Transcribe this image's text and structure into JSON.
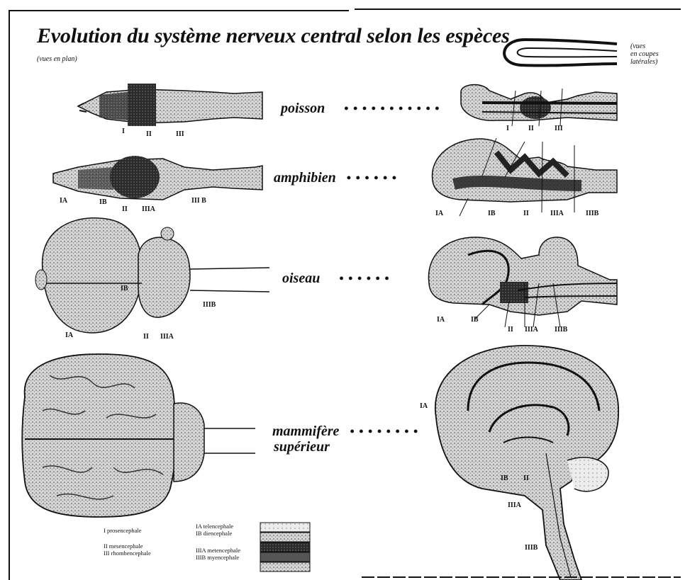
{
  "title": "Evolution du système nerveux central selon les espèces",
  "subtitle": "(vues en plan)",
  "side_note": [
    "(vues",
    "en coupes",
    "latérales)"
  ],
  "species": [
    {
      "name": "poisson",
      "dots": "• • • • • • • • • • •"
    },
    {
      "name": "amphibien",
      "dots": "• • • • • •"
    },
    {
      "name": "oiseau",
      "dots": "• • • • • •"
    },
    {
      "name": "mammifère",
      "name2": "supérieur",
      "dots": "• • • • • • • •"
    }
  ],
  "labels": {
    "poisson_plan": [
      "I",
      "II",
      "III"
    ],
    "poisson_coupe": [
      "I",
      "II",
      "III"
    ],
    "amphibien_plan": [
      "IA",
      "IB",
      "II",
      "IIIA",
      "III B"
    ],
    "amphibien_coupe": [
      "IA",
      "IB",
      "II",
      "IIIA",
      "IIIB"
    ],
    "oiseau_plan": [
      "IA",
      "IB",
      "II",
      "IIIA",
      "IIIB"
    ],
    "oiseau_coupe": [
      "IA",
      "IB",
      "II",
      "IIIA",
      "IIIB"
    ],
    "mammifere_coupe": [
      "IA",
      "IB",
      "II",
      "IIIA",
      "IIIB"
    ]
  },
  "legend": {
    "col1": [
      "I prosencephale",
      "II mesencephale",
      "III rhombencephale"
    ],
    "col2": [
      "IA telencephale",
      "IB diencephale",
      "IIIA metencephale",
      "IIIB myencephale"
    ]
  },
  "colors": {
    "ink": "#111111",
    "stipple": "#9a9a9a",
    "dark": "#333333"
  }
}
